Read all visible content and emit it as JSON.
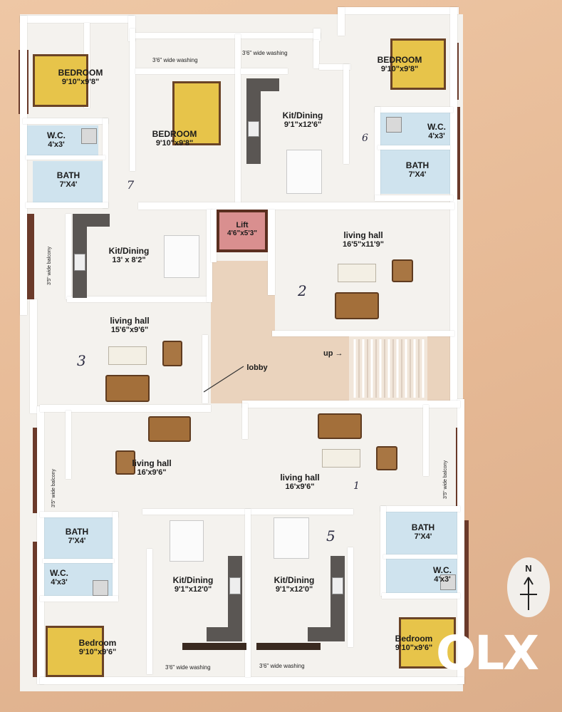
{
  "rooms": {
    "bedroom_tl": {
      "name": "BEDROOM",
      "dim": "9'10\"x9'8\""
    },
    "bedroom_tc": {
      "name": "BEDROOM",
      "dim": "9'10\"x9'8\""
    },
    "bedroom_tr": {
      "name": "BEDROOM",
      "dim": "9'10\"x9'8\""
    },
    "wc_tl": {
      "name": "W.C.",
      "dim": "4'x3'"
    },
    "bath_tl": {
      "name": "BATH",
      "dim": "7'X4'"
    },
    "wc_tr": {
      "name": "W.C.",
      "dim": "4'x3'"
    },
    "bath_tr": {
      "name": "BATH",
      "dim": "7'X4'"
    },
    "kit_tc": {
      "name": "Kit/Dining",
      "dim": "9'1\"x12'6\""
    },
    "kit_ml": {
      "name": "Kit/Dining",
      "dim": "13' x 8'2\""
    },
    "lift": {
      "name": "Lift",
      "dim": "4'6\"x5'3\""
    },
    "living_tr": {
      "name": "living hall",
      "dim": "16'5\"x11'9\""
    },
    "living_ml": {
      "name": "living hall",
      "dim": "15'6\"x9'6\""
    },
    "lobby": {
      "name": "lobby"
    },
    "living_bl": {
      "name": "living hall",
      "dim": "16'x9'6\""
    },
    "living_br": {
      "name": "living hall",
      "dim": "16'x9'6\""
    },
    "bath_bl": {
      "name": "BATH",
      "dim": "7'X4'"
    },
    "wc_bl": {
      "name": "W.C.",
      "dim": "4'x3'"
    },
    "bath_br": {
      "name": "BATH",
      "dim": "7'X4'"
    },
    "wc_br": {
      "name": "W.C.",
      "dim": "4'x3'"
    },
    "kit_bl": {
      "name": "Kit/Dining",
      "dim": "9'1\"x12'0\""
    },
    "kit_br": {
      "name": "Kit/Dining",
      "dim": "9'1\"x12'0\""
    },
    "bedroom_bl": {
      "name": "Bedroom",
      "dim": "9'10\"x9'6\""
    },
    "bedroom_br": {
      "name": "Bedroom",
      "dim": "9'10\"x9'6\""
    }
  },
  "notes": {
    "washing_t1": "3'6\" wide washing",
    "washing_t2": "3'6\" wide washing",
    "washing_b1": "3'6\" wide washing",
    "washing_b2": "3'6\" wide washing",
    "balcony_l": "3'5\" wide balcony",
    "balcony_bl": "3'5\" wide balcony",
    "balcony_br": "3'5\" wide balcony",
    "up": "up"
  },
  "handwritten": {
    "n2": "2",
    "n3": "3",
    "n5": "5",
    "n7": "7",
    "n1": "1",
    "n6": "6"
  },
  "compass": {
    "letter": "N"
  },
  "watermark": {
    "text": "OLX"
  }
}
